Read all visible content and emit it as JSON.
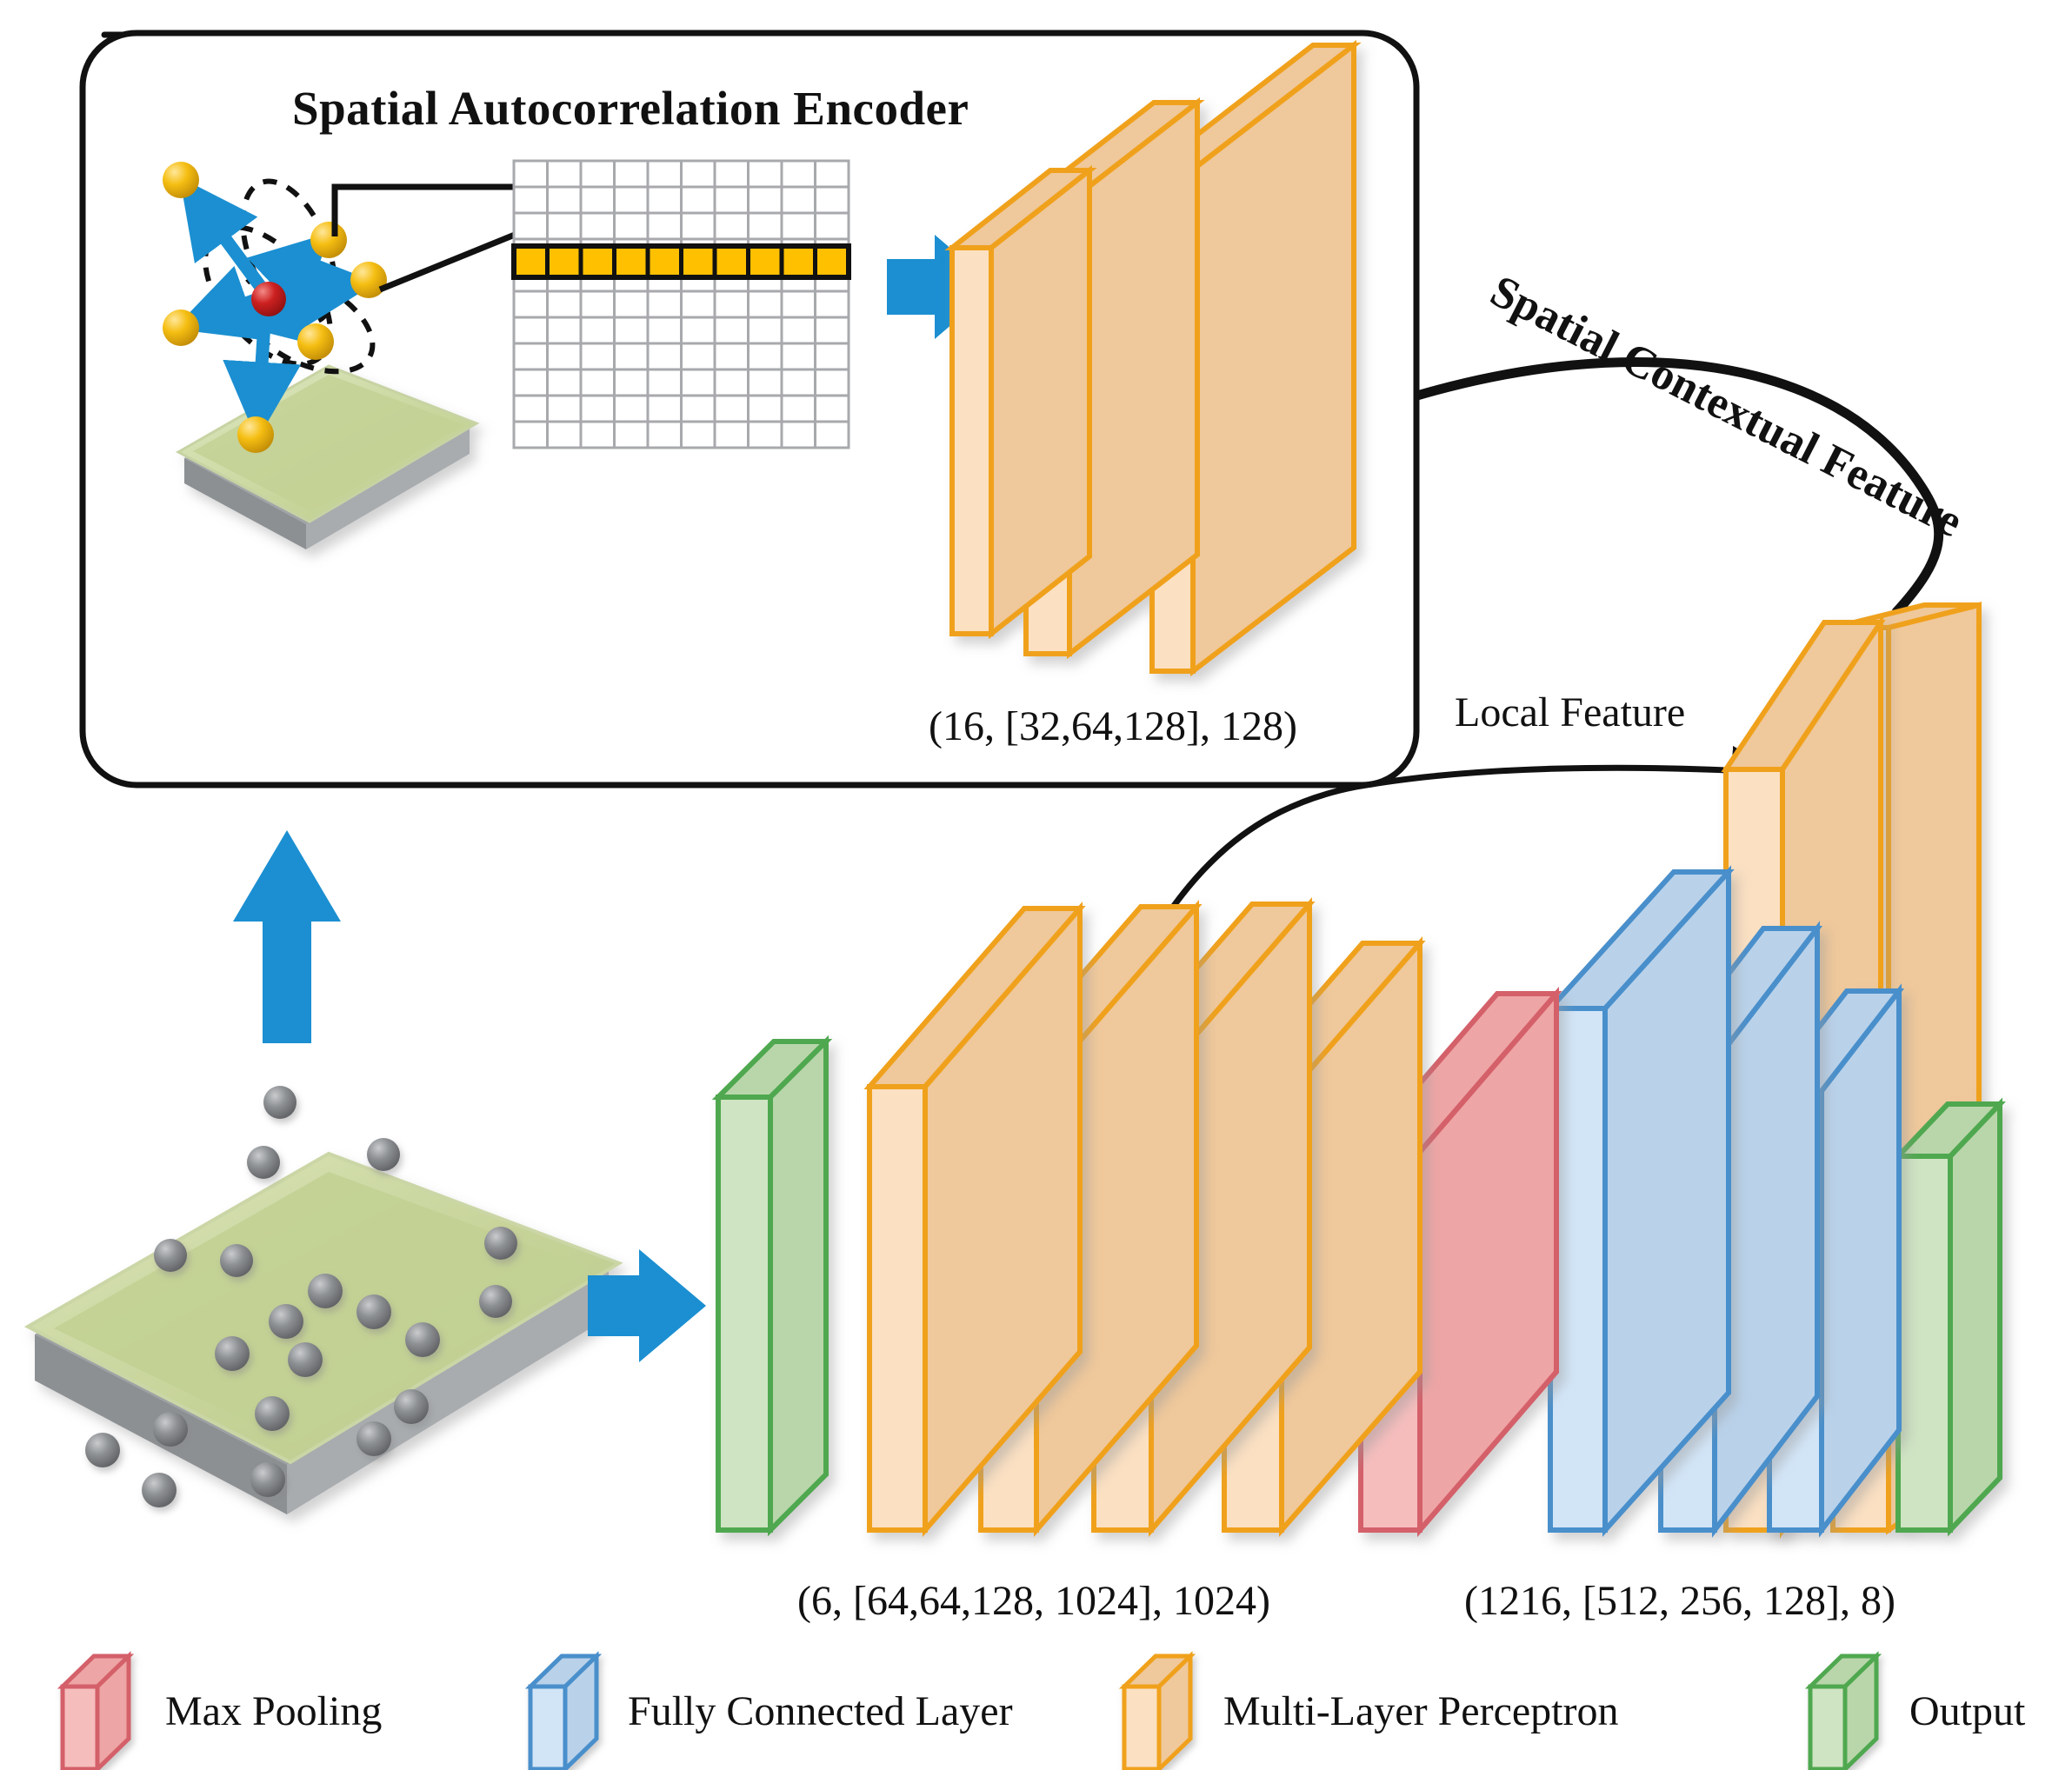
{
  "figure": {
    "type": "architecture-diagram",
    "background": "#ffffff"
  },
  "encoder_panel": {
    "title": "Spatial Autocorrelation Encoder",
    "caption": "(16, [32,64,128], 128)",
    "border_color": "#000000",
    "grid": {
      "rows": 11,
      "cols": 10,
      "highlight_row_index": 2,
      "highlight_color": "#FFC000"
    },
    "neighborhood": {
      "center_point_color": "#C00000",
      "neighbor_point_color": "#F2B200",
      "arrow_color": "#1B8FD1",
      "neighbor_count": 6,
      "dashed_ellipses": 3
    },
    "mlp_blocks": [
      {
        "label": "32",
        "height_pct": 72
      },
      {
        "label": "64",
        "height_pct": 80
      },
      {
        "label": "128",
        "height_pct": 100
      }
    ]
  },
  "flow_labels": {
    "spatial_contextual_feature": "Spatial Contextual Feature",
    "local_feature": "Local Feature"
  },
  "input_cloud": {
    "plane_color": "#C8D49A",
    "point_color": "#7F7F7F",
    "points_on_plane": 14,
    "points_above_plane": 6
  },
  "main_network": {
    "caption_left": "(6, [64,64,128, 1024], 1024)",
    "caption_right": "(1216, [512, 256, 128], 8)",
    "layers": [
      {
        "kind": "output",
        "name": "input-slab"
      },
      {
        "kind": "mlp",
        "name": "mlp-64-a"
      },
      {
        "kind": "mlp",
        "name": "mlp-64-b"
      },
      {
        "kind": "mlp",
        "name": "mlp-128"
      },
      {
        "kind": "mlp",
        "name": "mlp-1024"
      },
      {
        "kind": "pool",
        "name": "max-pool"
      },
      {
        "kind": "fc",
        "name": "fc-512"
      },
      {
        "kind": "fc",
        "name": "fc-256"
      },
      {
        "kind": "fc",
        "name": "fc-128"
      },
      {
        "kind": "output",
        "name": "output-slab"
      }
    ],
    "tall_mlp_blocks": [
      {
        "name": "concat-mlp-front"
      },
      {
        "name": "concat-mlp-back"
      }
    ]
  },
  "legend": {
    "items": [
      {
        "label": "Max Pooling",
        "color": "#F4AFAF",
        "stroke": "#D4606A"
      },
      {
        "label": "Fully Connected Layer",
        "color": "#C3DBF2",
        "stroke": "#4A8FCB"
      },
      {
        "label": "Multi-Layer Perceptron",
        "color": "#FAD7AE",
        "stroke": "#F0A11B"
      },
      {
        "label": "Output",
        "color": "#BEDCB4",
        "stroke": "#4FA84F"
      }
    ]
  },
  "colors": {
    "mlp_face": "#FBE0C2",
    "mlp_side": "#EFC89B",
    "mlp_stroke": "#F0A11B",
    "pool_face": "#F6BDBD",
    "pool_side": "#EEA5A5",
    "pool_stroke": "#D4606A",
    "fc_face": "#D2E5F7",
    "fc_side": "#B9D2EA",
    "fc_stroke": "#4A8FCB",
    "out_face": "#CFE4C3",
    "out_side": "#B9D6AB",
    "out_stroke": "#4FA84F",
    "arrow_blue": "#1B8FD1",
    "ink": "#111111"
  }
}
